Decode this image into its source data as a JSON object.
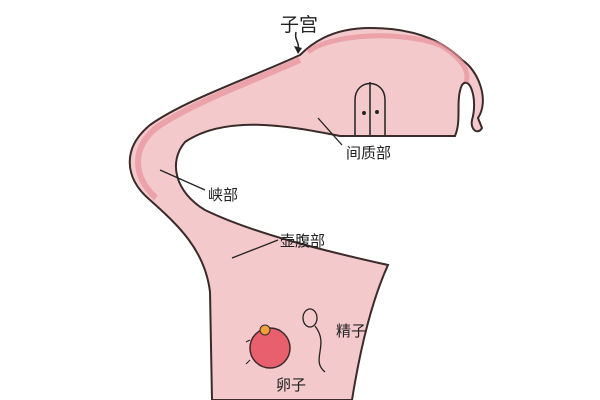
{
  "labels": {
    "uterus": "子宫",
    "interstitial": "间质部",
    "isthmus": "峡部",
    "ampulla": "壶腹部",
    "sperm": "精子",
    "egg": "卵子"
  },
  "colors": {
    "tissue": "#f3c9cc",
    "tissue_edge": "#e8919a",
    "outline": "#3a2a2a",
    "egg": "#e8606e"
  }
}
